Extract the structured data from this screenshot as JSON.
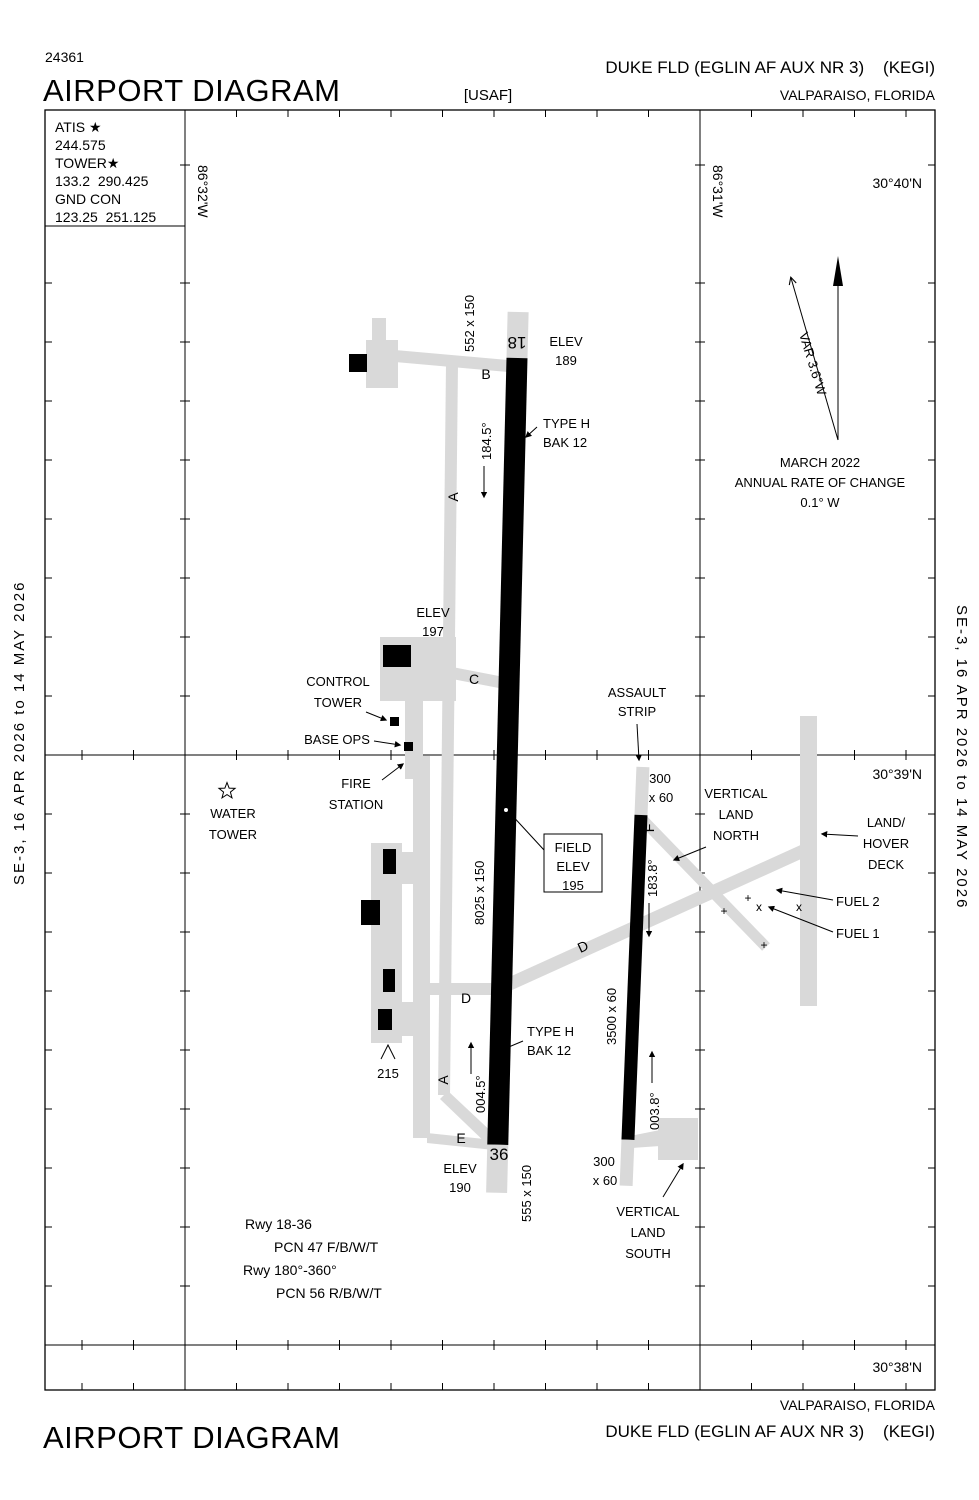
{
  "page": {
    "chart_number": "24361",
    "title": "AIRPORT DIAGRAM",
    "org": "[USAF]",
    "airport": "DUKE FLD (EGLIN AF AUX NR 3)    (KEGI)",
    "city": "VALPARAISO, FLORIDA",
    "margin_note": "SE-3,  16 APR 2026  to  14 MAY 2026"
  },
  "comm": {
    "lines": [
      "ATIS ★",
      "244.575",
      "TOWER★",
      "133.2  290.425",
      "GND CON",
      "123.25  251.125"
    ]
  },
  "grid": {
    "lat": [
      "30°40'N",
      "30°39'N",
      "30°38'N"
    ],
    "lon": [
      "86°32'W",
      "86°31'W"
    ]
  },
  "compass": {
    "variation": "VAR 3.6°W",
    "note": [
      "MARCH 2022",
      "ANNUAL RATE OF CHANGE",
      "0.1° W"
    ]
  },
  "runway": {
    "num_18": "18",
    "num_36": "36",
    "dims": "8025 x 150",
    "overrun_north": "552 x 150",
    "overrun_south": "555 x 150",
    "hdg_18": "184.5°",
    "hdg_36": "004.5°",
    "elev_18": [
      "ELEV",
      "189"
    ],
    "elev_mid": [
      "ELEV",
      "197"
    ],
    "elev_36": [
      "ELEV",
      "190"
    ],
    "bak": [
      "TYPE H",
      "BAK 12"
    ]
  },
  "assault": {
    "name": [
      "ASSAULT",
      "STRIP"
    ],
    "dims": "3500 x 60",
    "overrun": [
      "300",
      "x 60"
    ],
    "hdg_south": "183.8°",
    "hdg_north": "003.8°"
  },
  "taxiways": {
    "a": "A",
    "b": "B",
    "c": "C",
    "d": "D",
    "e": "E",
    "f": "F"
  },
  "field_elev": [
    "FIELD",
    "ELEV",
    "195"
  ],
  "facilities": {
    "control_tower": [
      "CONTROL",
      "TOWER"
    ],
    "base_ops": "BASE OPS",
    "fire_station": [
      "FIRE",
      "STATION"
    ],
    "water_tower": [
      "WATER",
      "TOWER"
    ],
    "vertical_land_north": [
      "VERTICAL",
      "LAND",
      "NORTH"
    ],
    "land_hover_deck": [
      "LAND/",
      "HOVER",
      "DECK"
    ],
    "fuel_1": "FUEL 1",
    "fuel_2": "FUEL 2",
    "vertical_land_south": [
      "VERTICAL",
      "LAND",
      "SOUTH"
    ],
    "obstruction_height": "215"
  },
  "marks": {
    "plus": "+",
    "cross": "x"
  },
  "pcn": [
    "Rwy 18-36",
    "PCN 47 F/B/W/T",
    "Rwy 180°-360°",
    "PCN 56 R/B/W/T"
  ]
}
